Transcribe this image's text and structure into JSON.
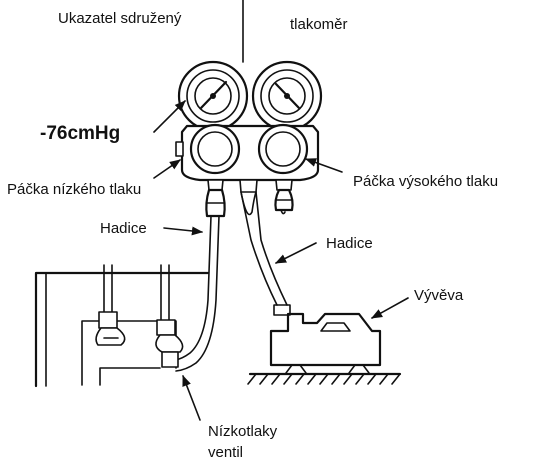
{
  "labels": {
    "manifold": "Ukazatel sdružený",
    "gauge": "tlakoměr",
    "vacuum_reading": "-76cmHg",
    "low_valve": "Páčka nízkého tlaku",
    "high_valve": "Páčka výsokého tlaku",
    "hose_left": "Hadice",
    "hose_right": "Hadice",
    "pump": "Vývěva",
    "low_port_line1": "Nízkotlaky",
    "low_port_line2": "ventil"
  },
  "colors": {
    "ink": "#111111",
    "background": "#ffffff"
  }
}
